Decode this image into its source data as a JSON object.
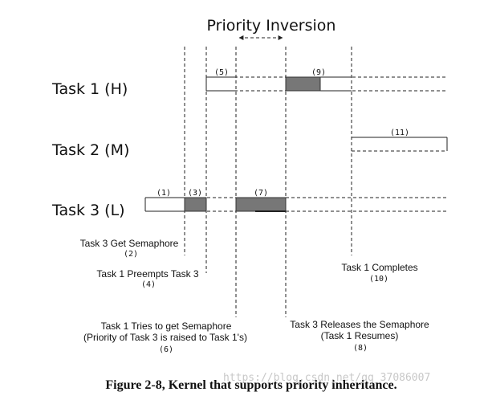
{
  "title": "Priority Inversion",
  "tasks": {
    "task1": "Task 1 (H)",
    "task2": "Task 2 (M)",
    "task3": "Task 3 (L)"
  },
  "markers": {
    "m1": "(1)",
    "m3": "(3)",
    "m5": "(5)",
    "m7": "(7)",
    "m9": "(9)",
    "m11": "(11)"
  },
  "events": {
    "e2_text": "Task 3 Get Semaphore",
    "e2_num": "(2)",
    "e4_text": "Task 1 Preempts Task 3",
    "e4_num": "(4)",
    "e6_line1": "Task 1 Tries to get Semaphore",
    "e6_line2": "(Priority of Task 3 is raised to Task 1's)",
    "e6_num": "(6)",
    "e8_line1": "Task 3 Releases the Semaphore",
    "e8_line2": "(Task 1 Resumes)",
    "e8_num": "(8)",
    "e10_text": "Task 1 Completes",
    "e10_num": "(10)"
  },
  "caption": "Figure 2-8, Kernel that supports priority inheritance.",
  "watermark": "https://blog.csdn.net/qq_37086007",
  "colors": {
    "running_block": "#777777",
    "line": "#222222"
  }
}
